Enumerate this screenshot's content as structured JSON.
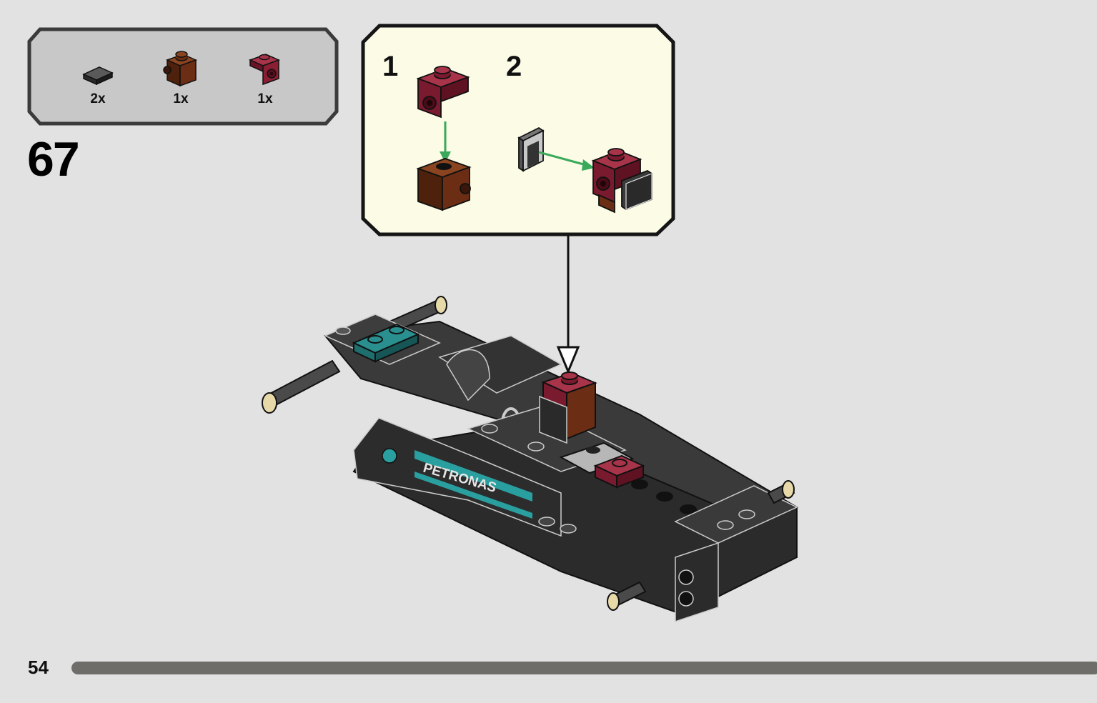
{
  "parts_list": [
    {
      "part": "tile-1x1-black",
      "quantity": "2x",
      "color": "#3a3a3a"
    },
    {
      "part": "bracket-brick-1x1-reddish-brown",
      "quantity": "1x",
      "color": "#6b2e14"
    },
    {
      "part": "bracket-plate-1x1-dark-red",
      "quantity": "1x",
      "color": "#8a1f33"
    }
  ],
  "step": {
    "number": "67"
  },
  "sub_steps": [
    {
      "label": "1"
    },
    {
      "label": "2"
    }
  ],
  "model": {
    "sticker_text": "PETRONAS"
  },
  "page": {
    "number": "54"
  },
  "colors": {
    "background": "#e2e2e2",
    "parts_box": "#c8c8c8",
    "callout": "#fbfbe6",
    "arrow_green": "#39a95a",
    "bar": "#6f6d6a"
  }
}
